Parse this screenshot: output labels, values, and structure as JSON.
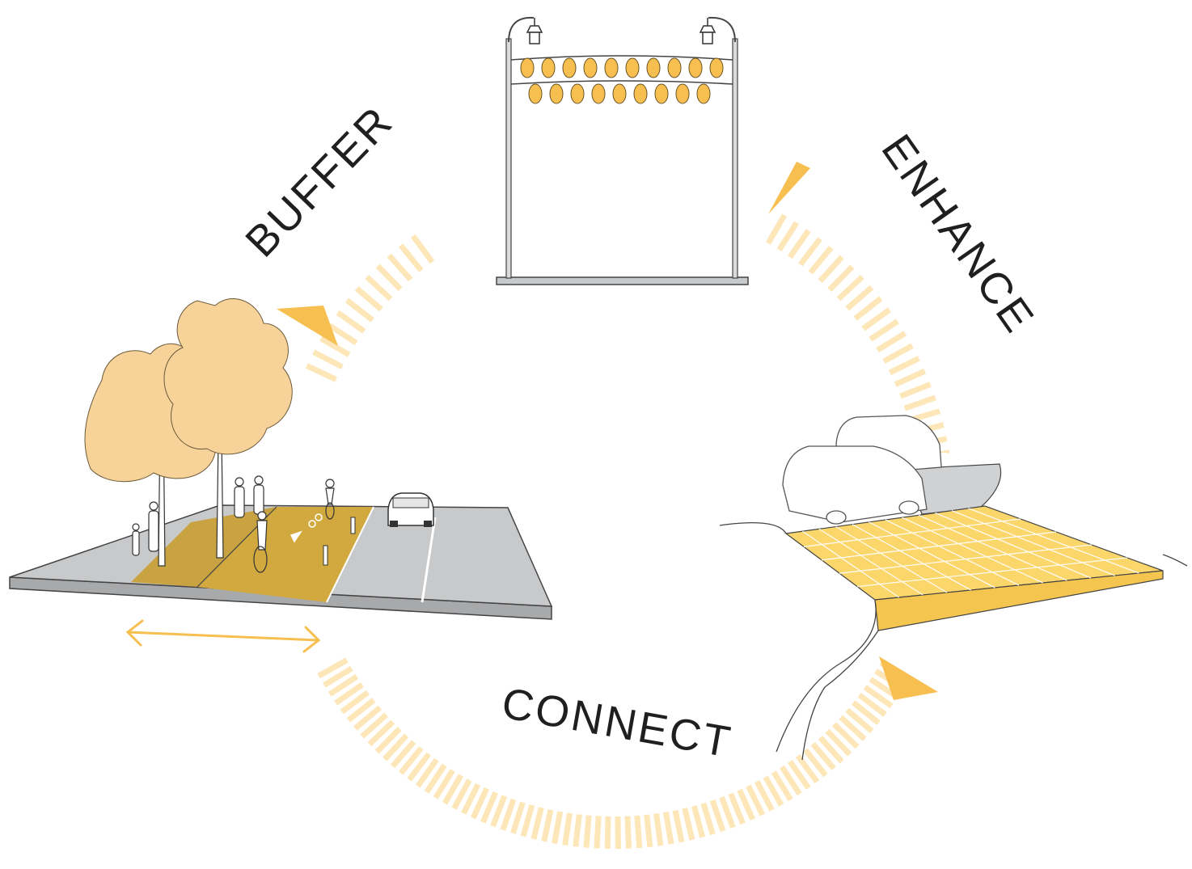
{
  "labels": {
    "buffer": "BUFFER",
    "enhance": "ENHANCE",
    "connect": "CONNECT"
  },
  "icons": {
    "buffer": "street-trees-and-bike-lane-illustration",
    "enhance": "string-lights-gateway-illustration",
    "connect": "raised-crosswalk-illustration",
    "arrows": "cycle-arrowhead-icon",
    "width_arrow": "double-headed-arrow-icon"
  },
  "colors": {
    "text": "#1f1f1f",
    "accent": "#f6bf4f",
    "accent_light": "#fde6b8",
    "foliage": "#f7d39a",
    "pavement": "#c8c9cb",
    "bike_lane": "#c9a13a",
    "crosswalk": "#fbd66b"
  }
}
